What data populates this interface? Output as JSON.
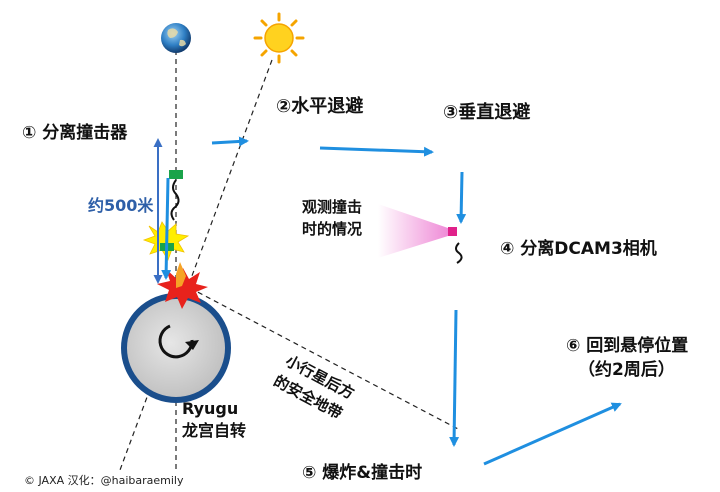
{
  "steps": {
    "s1": "① 分离撞击器",
    "s2": "②水平退避",
    "s3": "③垂直退避",
    "s4": "④ 分离DCAM3相机",
    "s5": "⑤ 爆炸&撞击时",
    "s6_line1": "⑥ 回到悬停位置",
    "s6_line2": "（约2周后）"
  },
  "annotations": {
    "distance": "约500米",
    "observe_line1": "观测撞击",
    "observe_line2": "时的情况",
    "safe_line1": "小行星后方",
    "safe_line2": "的安全地带",
    "ryugu_line1": "Ryugu",
    "ryugu_line2": "龙宫自转"
  },
  "credit": "© JAXA  汉化：@haibaraemily",
  "icons": [
    "earth-icon",
    "sun-icon",
    "spacecraft-icon",
    "impactor-icon",
    "dcam3-icon",
    "explosion-icon",
    "rotation-icon"
  ],
  "colors": {
    "arrow": "#1f8fe0",
    "spacecraft_body": "#f2b705",
    "solar_panel": "#7a5ec2",
    "asteroid_fill": "#d4d4d4",
    "asteroid_ring": "#1a4e8c",
    "impactor": "#1aa34a",
    "dcam3": "#e0218a",
    "explosion": "#e8221c",
    "flash": "#ffee00",
    "distance_label": "#2e5fa8"
  }
}
